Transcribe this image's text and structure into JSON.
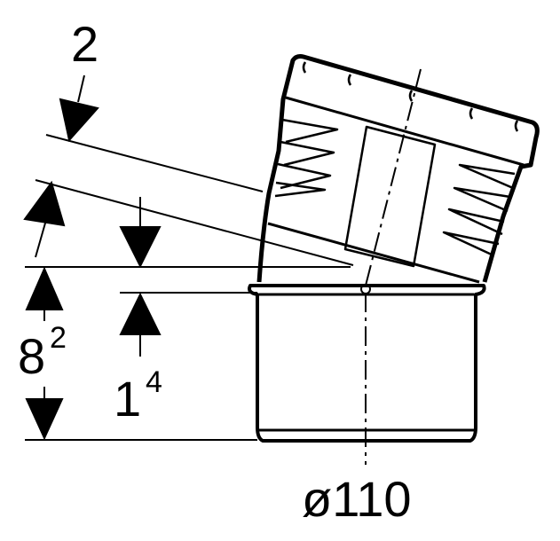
{
  "labels": {
    "angle_number": "2",
    "height_main": "8",
    "height_main_sup": "2",
    "height_sub": "1",
    "height_sub_sup": "4",
    "diameter": "ø110"
  },
  "colors": {
    "stroke": "#000000",
    "background": "#ffffff"
  }
}
